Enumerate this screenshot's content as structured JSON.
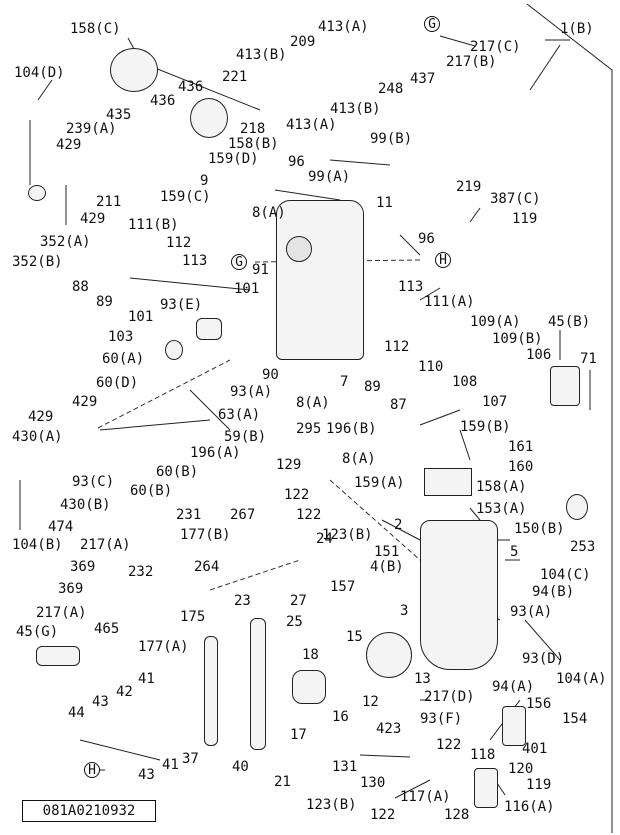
{
  "figure_code": "081A0210932",
  "ref_marks": {
    "g": "G",
    "h": "H"
  },
  "labels": {
    "l158c": "158(C)",
    "l1b": "1(B)",
    "l209": "209",
    "l413a_top": "413(A)",
    "l413b_top": "413(B)",
    "l217c": "217(C)",
    "l217b": "217(B)",
    "l437": "437",
    "l248": "248",
    "l221": "221",
    "l413b_mid": "413(B)",
    "l413a_mid": "413(A)",
    "l104d": "104(D)",
    "l436a": "436",
    "l436b": "436",
    "l435": "435",
    "l239a": "239(A)",
    "l218": "218",
    "l158b": "158(B)",
    "l99b": "99(B)",
    "l429a": "429",
    "l159d": "159(D)",
    "l96a": "96",
    "l9": "9",
    "l99a": "99(A)",
    "l211": "211",
    "l159c": "159(C)",
    "l429b": "429",
    "l11": "11",
    "l219": "219",
    "l387c": "387(C)",
    "l352a": "352(A)",
    "l111b": "111(B)",
    "l8a_top": "8(A)",
    "l119_top": "119",
    "l112_top": "112",
    "l96b": "96",
    "l352b": "352(B)",
    "l113_top": "113",
    "l91": "91",
    "l88": "88",
    "l89_top": "89",
    "l113_mid": "113",
    "l111a": "111(A)",
    "l101a": "101",
    "l93e": "93(E)",
    "l109a": "109(A)",
    "l45b": "45(B)",
    "l101b": "101",
    "l103": "103",
    "l109b": "109(B)",
    "l106": "106",
    "l112_mid": "112",
    "l110": "110",
    "l60a": "60(A)",
    "l90": "90",
    "l7": "7",
    "l89_mid": "89",
    "l108": "108",
    "l107": "107",
    "l71": "71",
    "l93a_mid": "93(A)",
    "l60d": "60(D)",
    "l8a_mid": "8(A)",
    "l87": "87",
    "l429c": "429",
    "l63a": "63(A)",
    "l295": "295",
    "l196b": "196(B)",
    "l159b": "159(B)",
    "l430a": "430(A)",
    "l59b": "59(B)",
    "l161": "161",
    "l196a": "196(A)",
    "l8a_low": "8(A)",
    "l160": "160",
    "l129": "129",
    "l93c": "93(C)",
    "l159a": "159(A)",
    "l60b_a": "60(B)",
    "l158a": "158(A)",
    "l430b": "430(B)",
    "l60b_b": "60(B)",
    "l122_a": "122",
    "l122_b": "122",
    "l153a": "153(A)",
    "l231": "231",
    "l267": "267",
    "l123b_mid": "123(B)",
    "l2": "2",
    "l474": "474",
    "l177b": "177(B)",
    "l150b": "150(B)",
    "l253": "253",
    "l104b": "104(B)",
    "l217a_a": "217(A)",
    "l24": "24",
    "l151": "151",
    "l5": "5",
    "l369a": "369",
    "l232": "232",
    "l264": "264",
    "l4b": "4(B)",
    "l104c": "104(C)",
    "l369b": "369",
    "l94b": "94(B)",
    "l23": "23",
    "l27": "27",
    "l157": "157",
    "l217a_b": "217(A)",
    "l465": "465",
    "l175": "175",
    "l93a_low": "93(A)",
    "l3": "3",
    "l45g": "45(G)",
    "l177a": "177(A)",
    "l25": "25",
    "l93d": "93(D)",
    "l104a": "104(A)",
    "l15": "15",
    "l18": "18",
    "l94a": "94(A)",
    "l13": "13",
    "l41a": "41",
    "l43a": "43",
    "l42": "42",
    "l12": "12",
    "l217d": "217(D)",
    "l44": "44",
    "l16": "16",
    "l156": "156",
    "l93f": "93(F)",
    "l154": "154",
    "l17": "17",
    "l423": "423",
    "l401": "401",
    "l122_c": "122",
    "l37": "37",
    "l40": "40",
    "l118": "118",
    "l120": "120",
    "l131": "131",
    "l130": "130",
    "l43b": "43",
    "l41b": "41",
    "l21": "21",
    "l119_low": "119",
    "l123b_low": "123(B)",
    "l122_d": "122",
    "l117a": "117(A)",
    "l128": "128",
    "l116a": "116(A)"
  }
}
